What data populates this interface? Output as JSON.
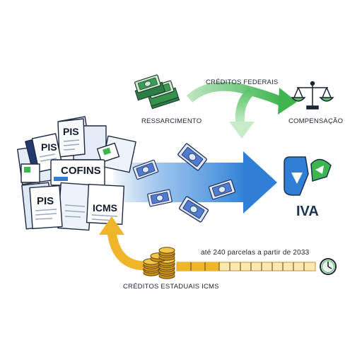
{
  "labels": {
    "creditos_federais": "CRÉDITOS FEDERAIS",
    "ressarcimento": "RESSARCIMENTO",
    "compensacao": "COMPENSAÇÃO",
    "iva": "IVA",
    "parcelas": "até 240 parcelas a partir de 2033",
    "creditos_estaduais": "CRÉDITOS ESTADUAIS ICMS"
  },
  "documents": {
    "pis_top": "PIS",
    "pis_left": "PIS",
    "cofins": "COFINS",
    "pis_bottom": "PIS",
    "icms": "ICMS"
  },
  "icons": {
    "money_stack": "banknote-stack-icon",
    "scale": "balance-scale-icon",
    "iva_logo": "iva-logo-icon",
    "coins": "coin-stack-icon",
    "clock": "clock-icon",
    "banknotes": "banknote-icon"
  },
  "colors": {
    "federal_arrow": "#3fb54f",
    "main_arrow": "#2f7fd6",
    "state_arrow": "#f0b62a",
    "money": "#2f8f4e",
    "bills": "#3b63b8",
    "coins": "#e2a91f",
    "text": "#1c2433"
  }
}
